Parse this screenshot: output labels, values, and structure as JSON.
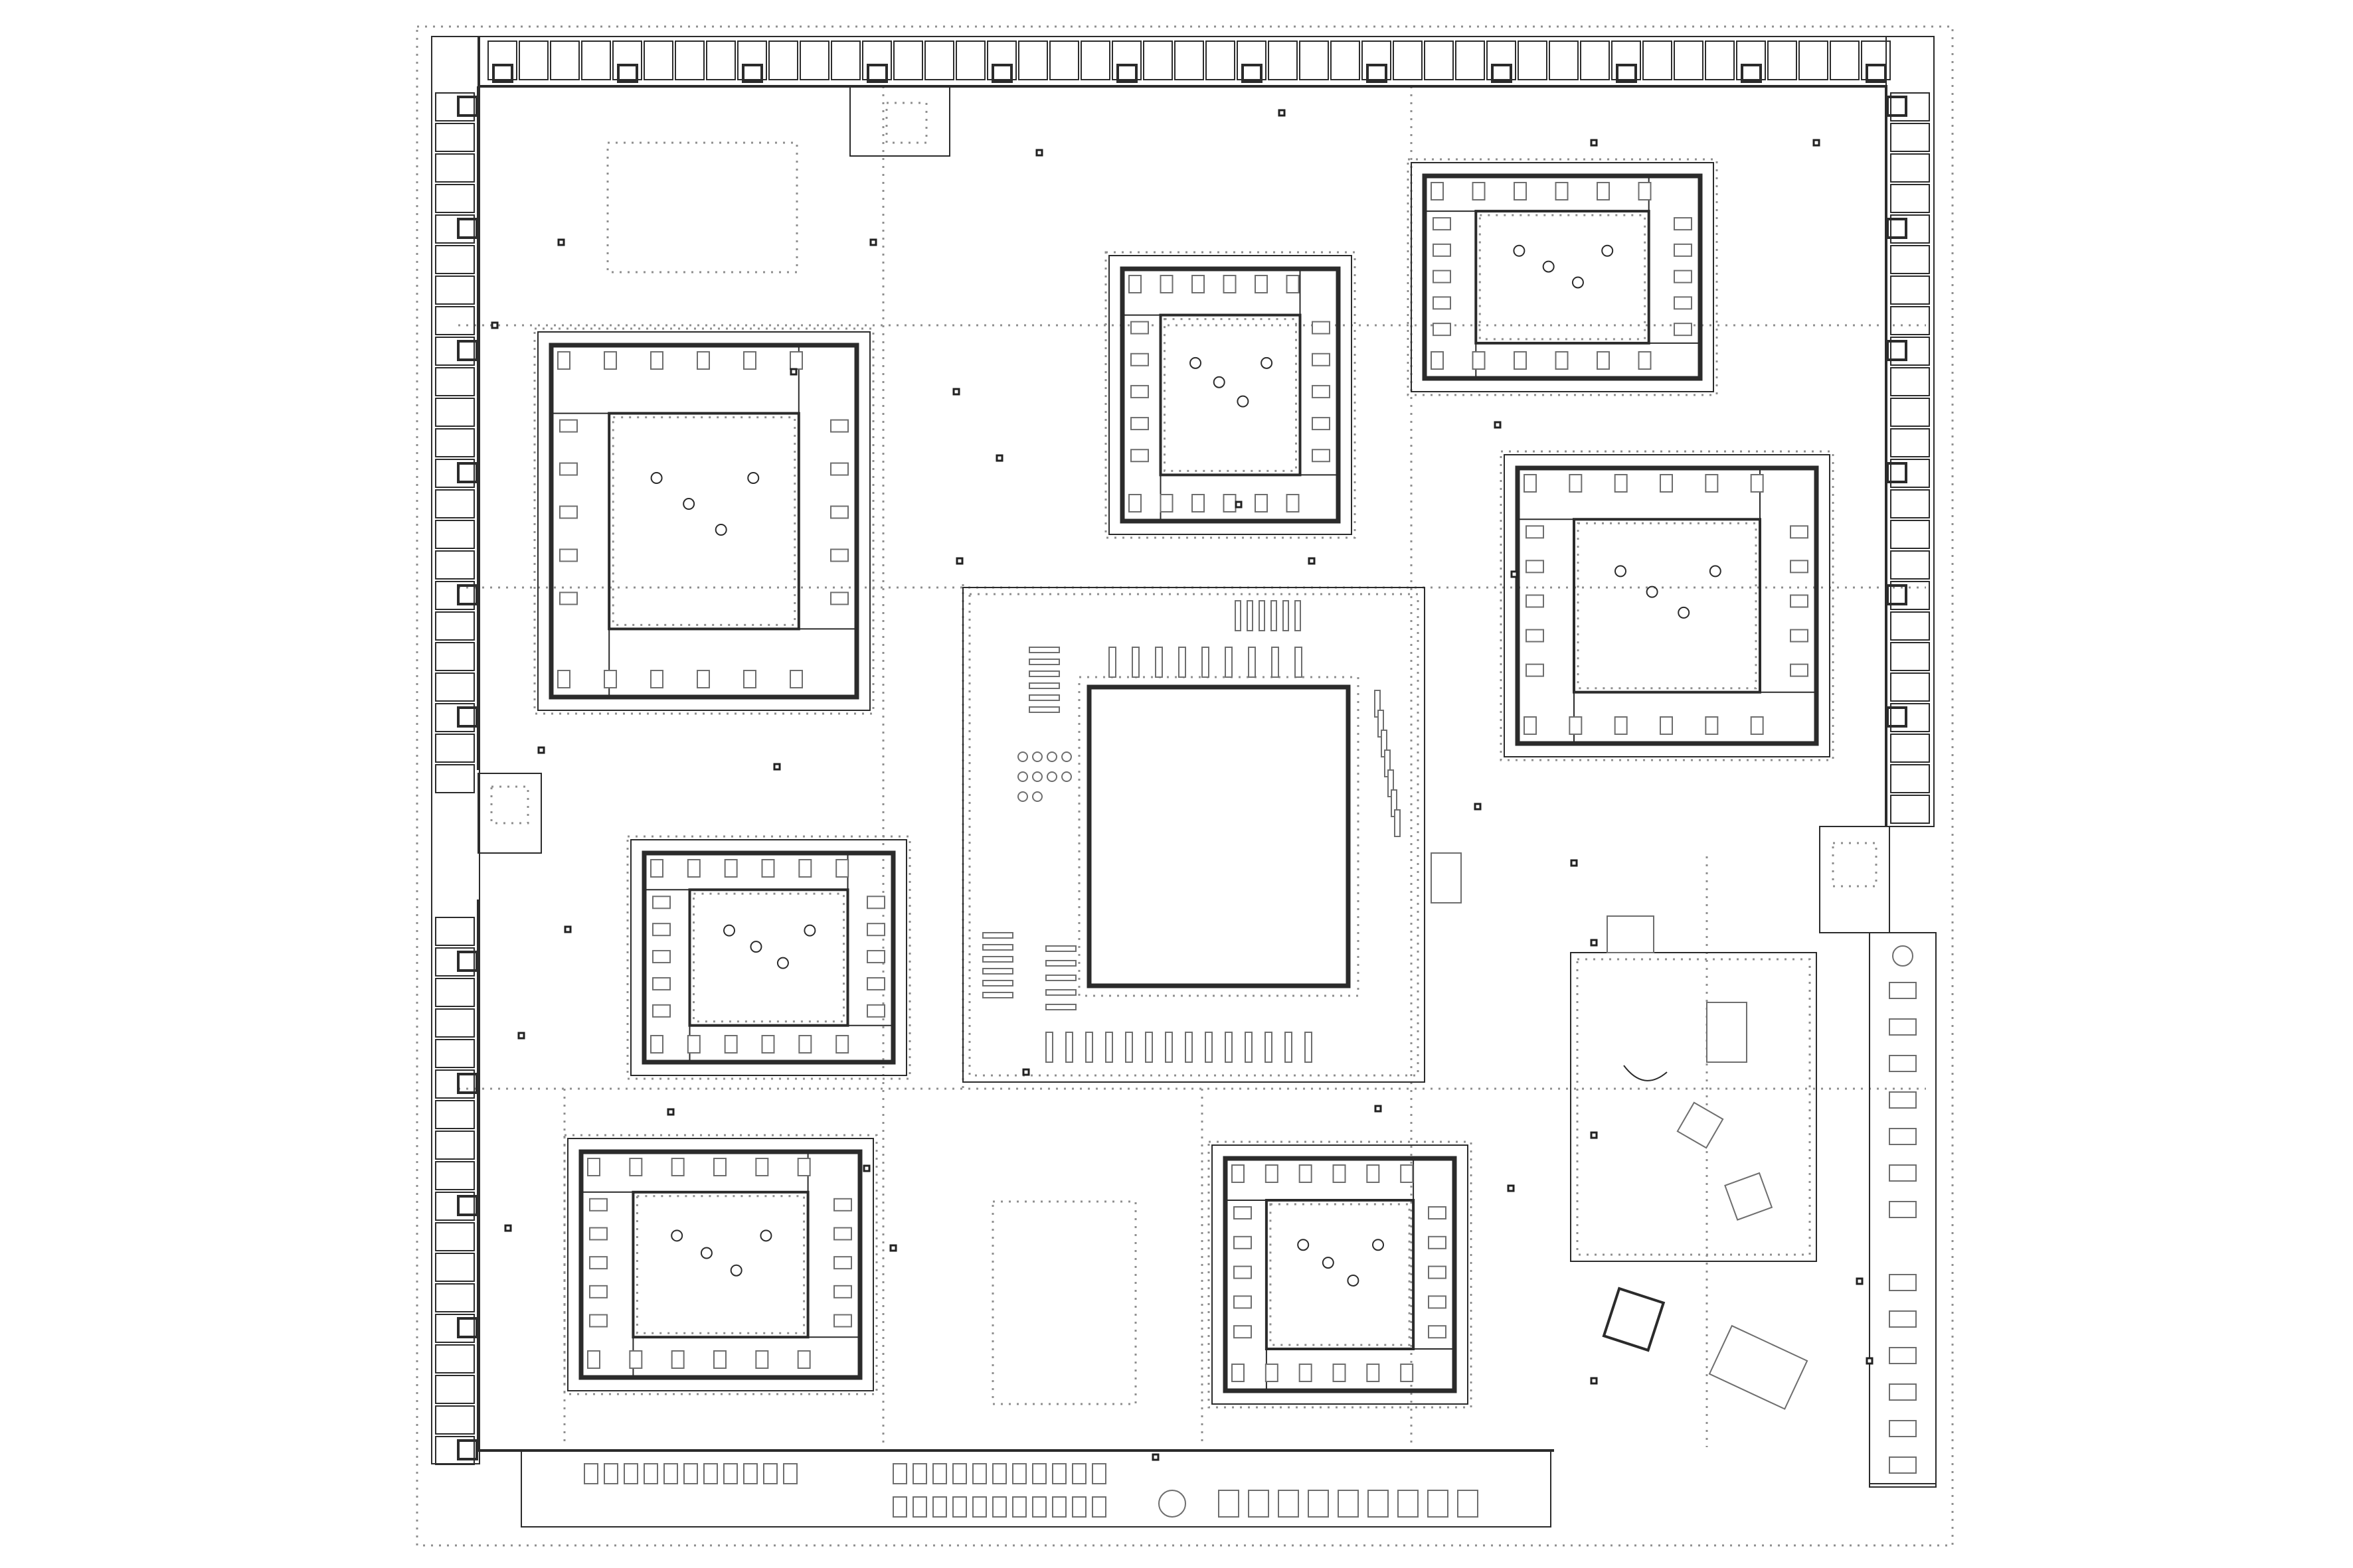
{
  "drawing": {
    "type": "architectural-floor-plan",
    "color_line": "#2b2b2b",
    "color_dotted": "#8f8f8f",
    "color_furniture": "#6e6e6e",
    "background": "#ffffff"
  },
  "zones": [
    {
      "id": "north-bar",
      "kind": "perimeter-cells"
    },
    {
      "id": "west-bar",
      "kind": "perimeter-cells"
    },
    {
      "id": "east-bar",
      "kind": "perimeter-cells"
    },
    {
      "id": "south-bar",
      "kind": "perimeter-cells"
    },
    {
      "id": "classroom-cluster-nw",
      "kind": "courtyard-block"
    },
    {
      "id": "classroom-cluster-n",
      "kind": "courtyard-block"
    },
    {
      "id": "classroom-cluster-ne",
      "kind": "courtyard-block"
    },
    {
      "id": "classroom-cluster-e",
      "kind": "courtyard-block"
    },
    {
      "id": "classroom-cluster-w",
      "kind": "courtyard-block"
    },
    {
      "id": "classroom-cluster-sw",
      "kind": "courtyard-block"
    },
    {
      "id": "classroom-cluster-s",
      "kind": "courtyard-block"
    },
    {
      "id": "central-hall",
      "kind": "courtyard-block"
    },
    {
      "id": "sports-field",
      "kind": "open-area"
    },
    {
      "id": "east-strip",
      "kind": "furniture-strip"
    },
    {
      "id": "south-strip",
      "kind": "furniture-strip"
    }
  ]
}
